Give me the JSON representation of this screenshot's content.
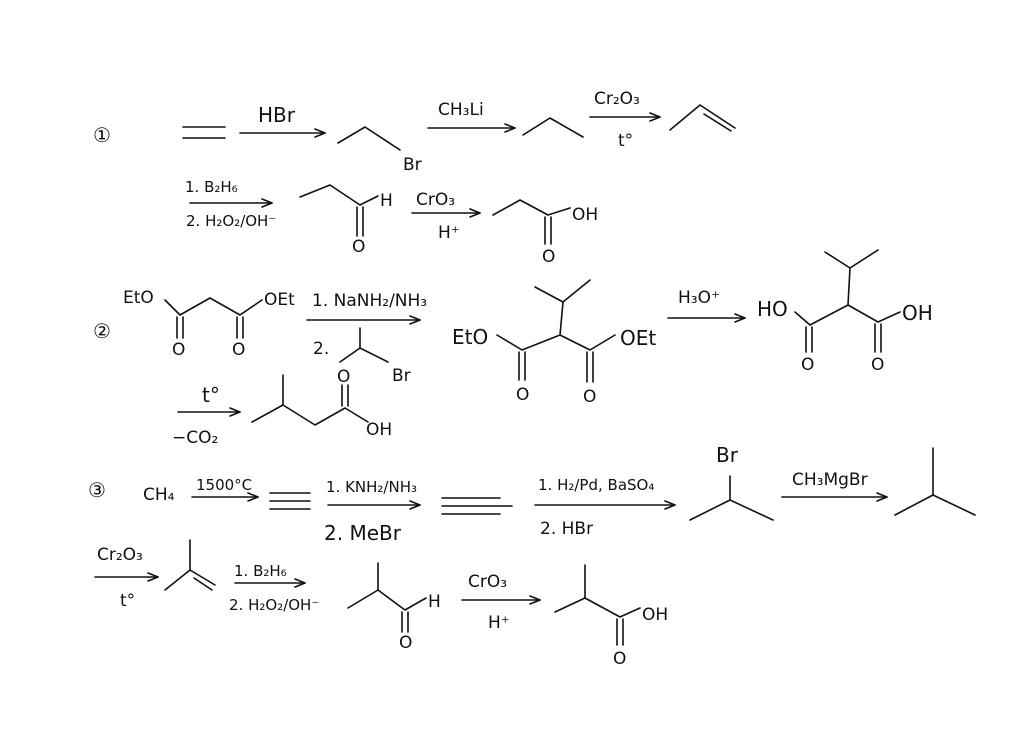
{
  "steps": {
    "s1": "①",
    "s2": "②",
    "s3": "③"
  },
  "row1": {
    "hbr": "HBr",
    "br": "Br",
    "ch3li": "CH₃Li",
    "cr2o3": "Cr₂O₃",
    "heat": "t°"
  },
  "row2": {
    "b2h6": "1. B₂H₆",
    "h2o2": "2. H₂O₂/OH⁻",
    "h": "H",
    "o1": "O",
    "cro3": "CrO₃",
    "hplus": "H⁺",
    "oh": "OH",
    "o2": "O"
  },
  "row3": {
    "eto": "EtO",
    "oet": "OEt",
    "o1": "O",
    "o2": "O",
    "nanh2": "1. NaNH₂/NH₃",
    "step2": "2.",
    "br": "Br",
    "p_eto": "EtO",
    "p_oet": "OEt",
    "p_o1": "O",
    "p_o2": "O",
    "h3o": "H₃O⁺",
    "ho": "HO",
    "oh": "OH",
    "a_o1": "O",
    "a_o2": "O"
  },
  "row4": {
    "heat": "t°",
    "co2": "−CO₂",
    "o": "O",
    "oh": "OH"
  },
  "row5": {
    "ch4": "CH₄",
    "temp": "1500°C",
    "knh2": "1. KNH₂/NH₃",
    "mebr": "2. MeBr",
    "lindlar": "1. H₂/Pd, BaSO₄",
    "hbr": "2. HBr",
    "br": "Br",
    "ch3mgbr": "CH₃MgBr"
  },
  "row6": {
    "cr2o3": "Cr₂O₃",
    "heat": "t°",
    "b2h6": "1. B₂H₆",
    "h2o2": "2. H₂O₂/OH⁻",
    "h": "H",
    "o1": "O",
    "cro3": "CrO₃",
    "hplus": "H⁺",
    "oh": "OH",
    "o2": "O"
  }
}
